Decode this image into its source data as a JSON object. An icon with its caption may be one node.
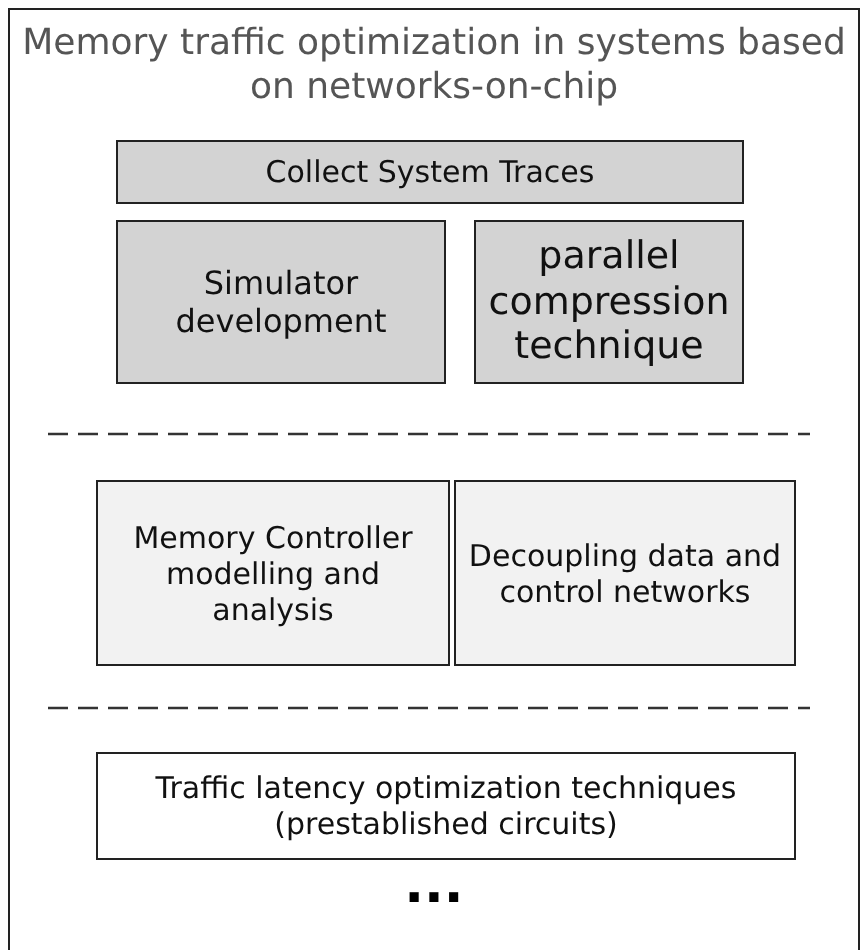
{
  "diagram": {
    "nodes": [
      {
        "text": [
          "Memory traffic optimization in systems based on networks-on-chip"
        ]
      },
      {
        "text": [
          "Collect System Traces"
        ],
        "in": 0
      },
      {
        "text": [
          "Simulator development"
        ],
        "in": 0
      },
      {
        "text": [
          "parallel compression technique"
        ],
        "in": 0
      },
      {
        "text": [
          "Memory Controller modelling and analysis"
        ],
        "in": 0
      },
      {
        "text": [
          "Decoupling data and control networks"
        ],
        "in": 0
      },
      {
        "text": [
          "Traffic latency optimization techniques (prestablished circuits)"
        ],
        "in": 0
      }
    ],
    "labels": [
      "..."
    ]
  }
}
